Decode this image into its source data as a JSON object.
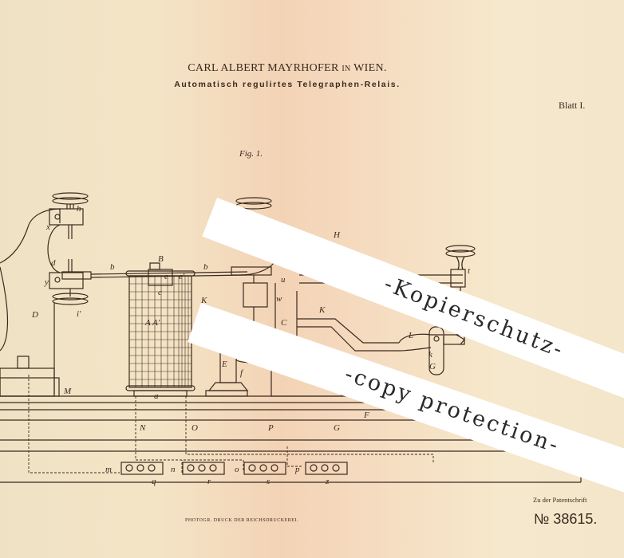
{
  "header": {
    "inventor": "Carl Albert Mayrhofer",
    "inventor_connector": "in",
    "inventor_city": "Wien.",
    "title": "Automatisch regulirtes Telegraphen-Relais.",
    "sheet": "Blatt I."
  },
  "figure": {
    "caption": "Fig. 1.",
    "labels": {
      "h": "h",
      "x": "x",
      "d": "d",
      "b1": "b",
      "B": "B",
      "c": "c",
      "b2": "b",
      "y": "y",
      "i": "i'",
      "D": "D",
      "M": "M",
      "AA": "A A'",
      "K1": "K",
      "e": "e",
      "e2": "e'",
      "u": "u",
      "w": "w",
      "f": "f",
      "C": "C",
      "K2": "K",
      "E": "E",
      "H": "H",
      "t": "t",
      "L": "L",
      "k": "k",
      "G1": "G",
      "F": "F",
      "a": "a",
      "N": "N",
      "O": "O",
      "P": "P",
      "G2": "G",
      "m": "m",
      "q": "q",
      "n": "n",
      "r": "r",
      "o": "o",
      "s": "s",
      "p": "p",
      "z": "z"
    }
  },
  "watermarks": [
    "-Kopierschutz-",
    "-copy protection-"
  ],
  "footer": {
    "printer": "PHOTOGR. DRUCK DER REICHSDRUCKEREI.",
    "patent_note": "Zu der Patentschrift",
    "patent_number": "№ 38615."
  },
  "colors": {
    "paper": "#f4e4c6",
    "ink": "#3a2a1e",
    "watermark_band": "#ffffff"
  }
}
